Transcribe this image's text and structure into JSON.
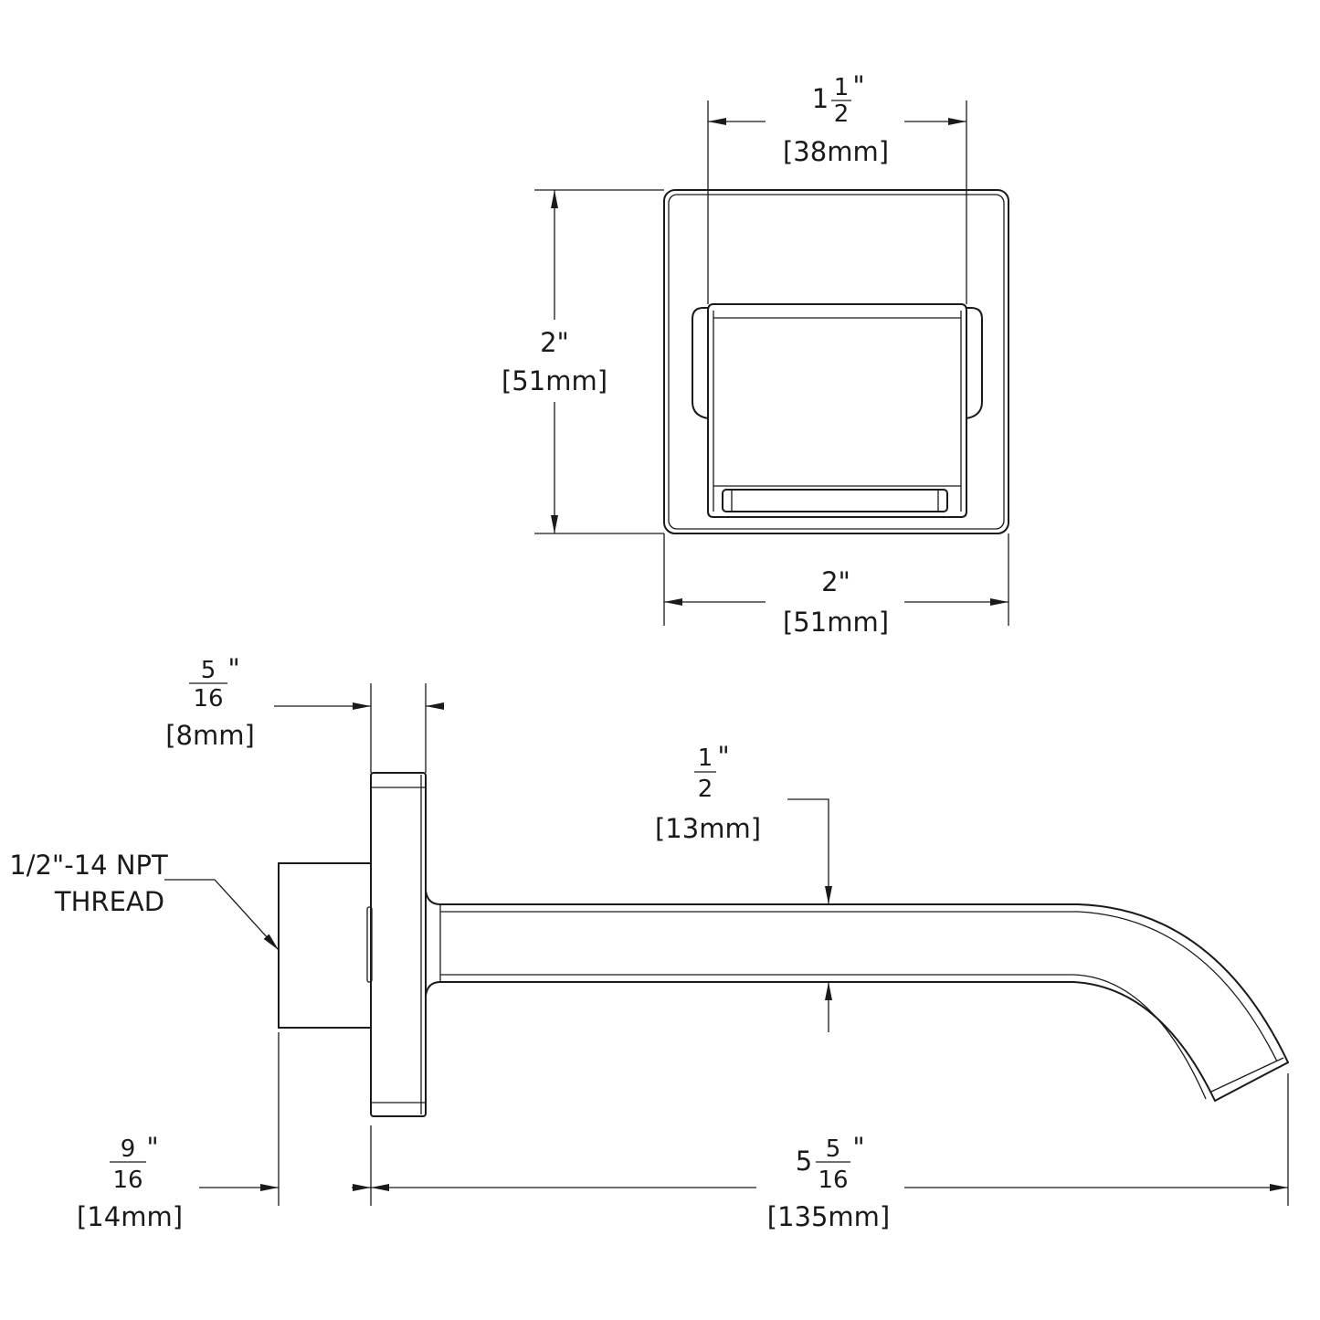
{
  "drawing": {
    "line_color": "#1a1a1a",
    "top_view": {
      "width_inner": {
        "whole": "1",
        "num": "1",
        "den": "2",
        "unit": "\"",
        "metric": "[38mm]"
      },
      "height": {
        "imperial": "2\"",
        "metric": "[51mm]"
      },
      "width": {
        "imperial": "2\"",
        "metric": "[51mm]"
      }
    },
    "side_view": {
      "flange_thickness": {
        "num": "5",
        "den": "16",
        "unit": "\"",
        "metric": "[8mm]"
      },
      "spout_height": {
        "num": "1",
        "den": "2",
        "unit": "\"",
        "metric": "[13mm]"
      },
      "thread_label": {
        "line1": "1/2\"-14 NPT",
        "line2": "THREAD"
      },
      "nut_depth": {
        "num": "9",
        "den": "16",
        "unit": "\"",
        "metric": "[14mm]"
      },
      "spout_length": {
        "whole": "5",
        "num": "5",
        "den": "16",
        "unit": "\"",
        "metric": "[135mm]"
      }
    }
  }
}
